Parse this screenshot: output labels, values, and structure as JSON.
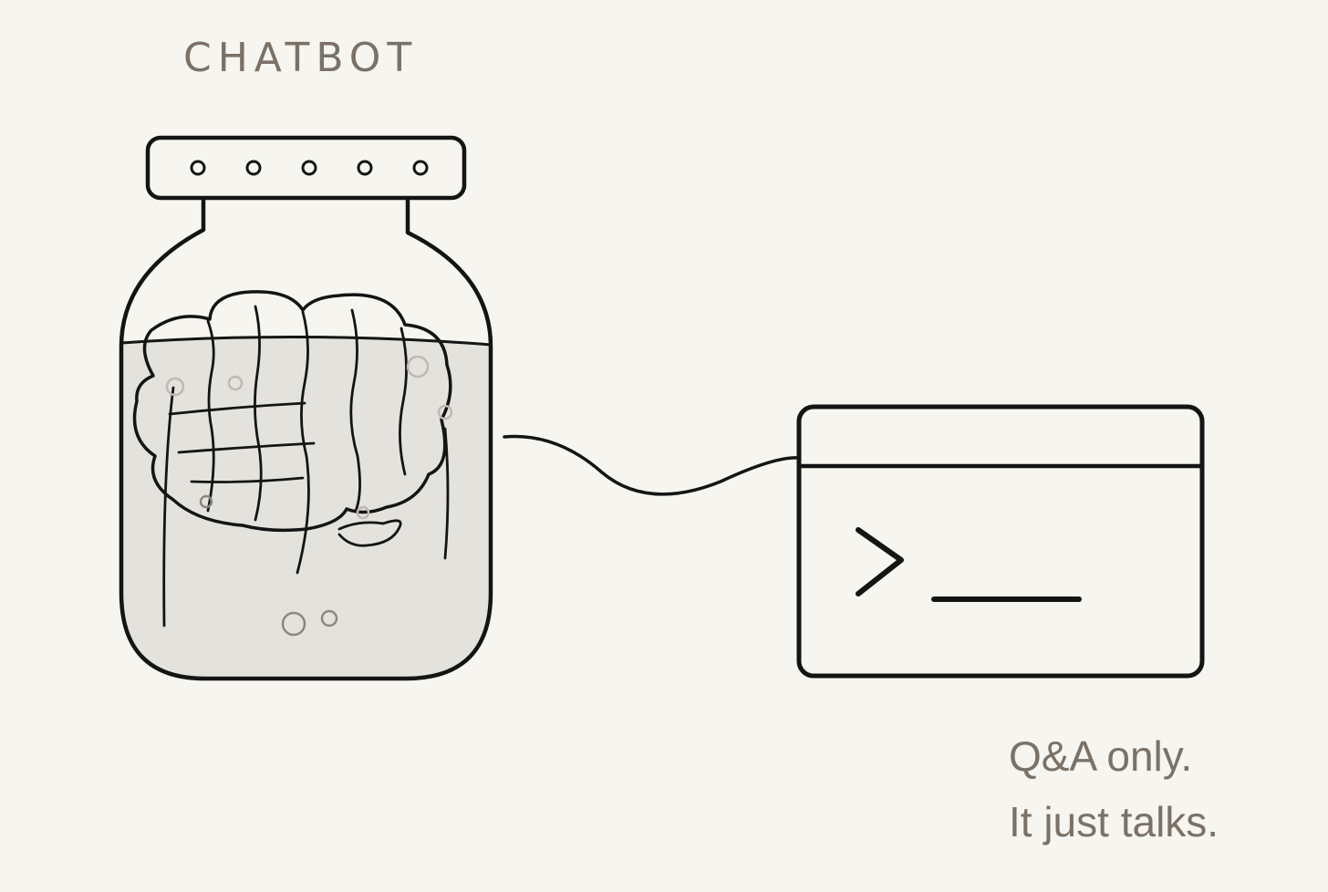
{
  "title": "CHATBOT",
  "caption": {
    "line1": "Q&A only.",
    "line2": "It just talks."
  },
  "terminal": {
    "prompt_glyph": ">",
    "cursor_glyph": "_"
  },
  "colors": {
    "background": "#f6f5ef",
    "ink": "#141414",
    "liquid": "#e4e2dc",
    "text_muted": "#7a7167"
  },
  "icons": [
    "brain-in-jar-icon",
    "cable",
    "terminal-window-icon"
  ]
}
